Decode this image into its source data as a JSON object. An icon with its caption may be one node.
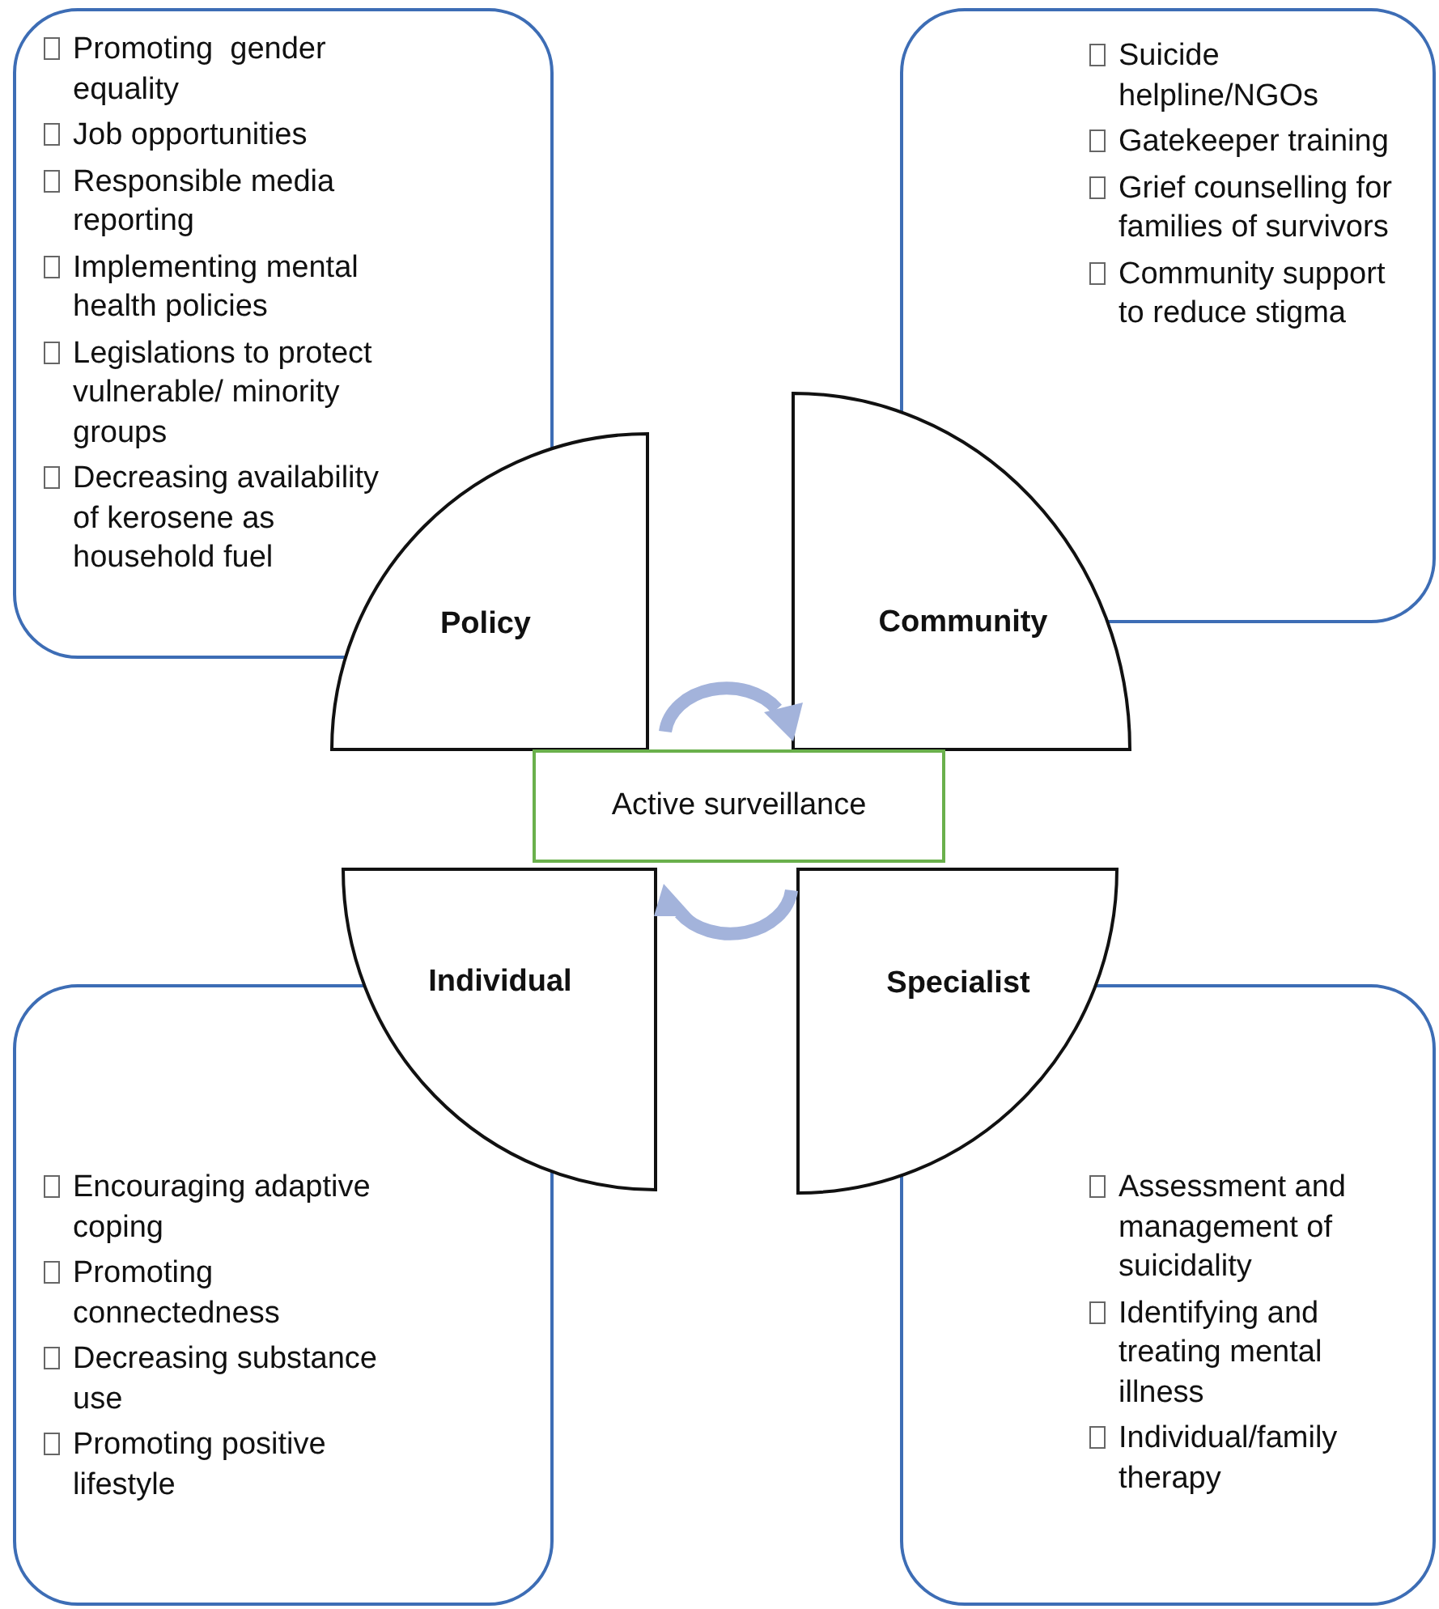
{
  "diagram": {
    "nodes": [
      {
        "text": [
          "Promoting  gender equality",
          "Job opportunities",
          "Responsible media reporting",
          "Implementing mental health policies",
          "Legislations to protect vulnerable/ minority groups",
          "Decreasing availability of kerosene as household fuel"
        ]
      },
      {
        "text": [
          "Suicide helpline/NGOs",
          "Gatekeeper training",
          "Grief counselling for families of survivors",
          "Community support to reduce stigma"
        ]
      },
      {
        "text": [
          "Policy"
        ]
      },
      {
        "text": [
          "Community"
        ]
      },
      {
        "text": [
          "Active surveillance"
        ]
      },
      {
        "text": [
          "Individual"
        ]
      },
      {
        "text": [
          "Specialist"
        ]
      },
      {
        "text": [
          "Encouraging adaptive coping",
          "Promoting connectedness",
          "Decreasing substance use",
          "Promoting positive lifestyle"
        ]
      },
      {
        "text": [
          "Assessment and management of suicidality",
          "Identifying and treating mental illness",
          "Individual/family therapy"
        ]
      }
    ],
    "edges": []
  }
}
